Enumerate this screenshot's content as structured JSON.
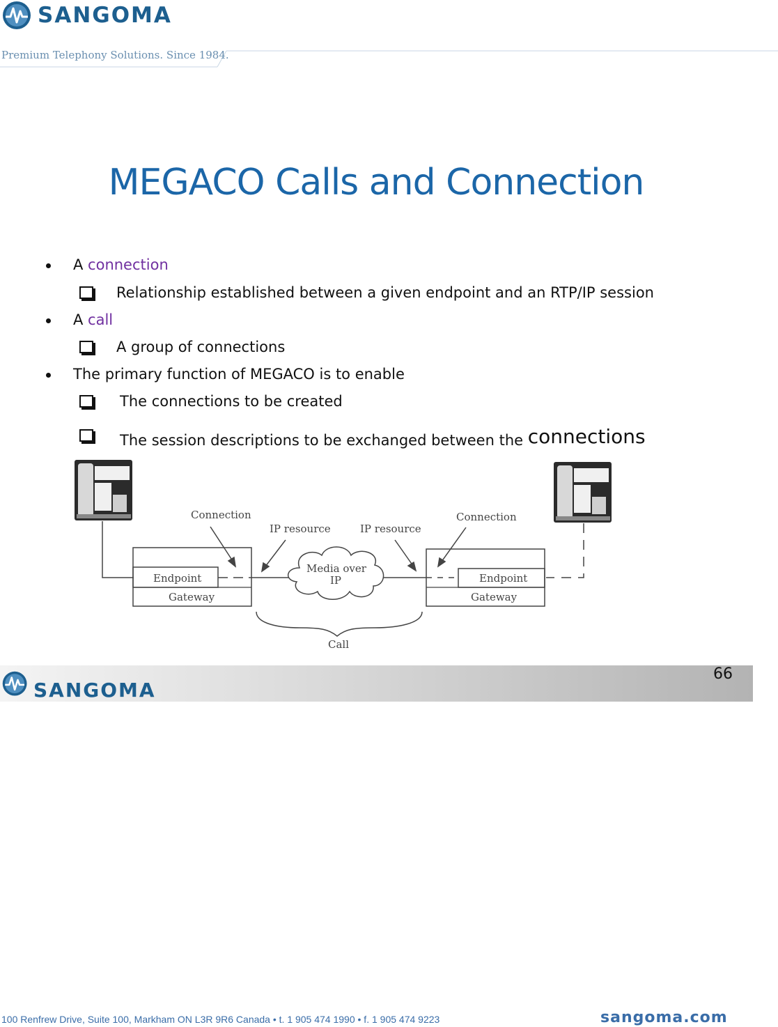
{
  "header": {
    "brand": "SANGOMA",
    "tagline": "Premium Telephony Solutions. Since 1984."
  },
  "slide": {
    "title": "MEGACO Calls and Connection",
    "bullets": [
      {
        "prefix": "A ",
        "term": "connection",
        "sub": [
          "Relationship established between a given  endpoint and an RTP/IP session"
        ]
      },
      {
        "prefix": "A ",
        "term": "call",
        "sub": [
          "A group of connections"
        ]
      },
      {
        "prefix": "The primary function of MEGACO is to enable",
        "term": "",
        "sub": [
          "The connections to be created",
          "The session descriptions to be exchanged between the "
        ]
      }
    ],
    "last_sub_tail": "connections"
  },
  "diagram": {
    "left_connection": "Connection",
    "right_connection": "Connection",
    "left_ip_resource": "IP resource",
    "right_ip_resource": "IP resource",
    "cloud_line1": "Media over",
    "cloud_line2": "IP",
    "left_endpoint": "Endpoint",
    "left_gateway": "Gateway",
    "right_endpoint": "Endpoint",
    "right_gateway": "Gateway",
    "call": "Call"
  },
  "footer": {
    "brand": "SANGOMA",
    "page_number": "66",
    "address": "100 Renfrew Drive, Suite 100, Markham ON L3R 9R6 Canada  •  t. 1 905 474 1990  •  f. 1 905 474 9223",
    "website": "sangoma.com"
  },
  "colors": {
    "brand_blue": "#1d5f8f",
    "title_blue": "#1b66a8",
    "accent_purple": "#7030a0"
  }
}
